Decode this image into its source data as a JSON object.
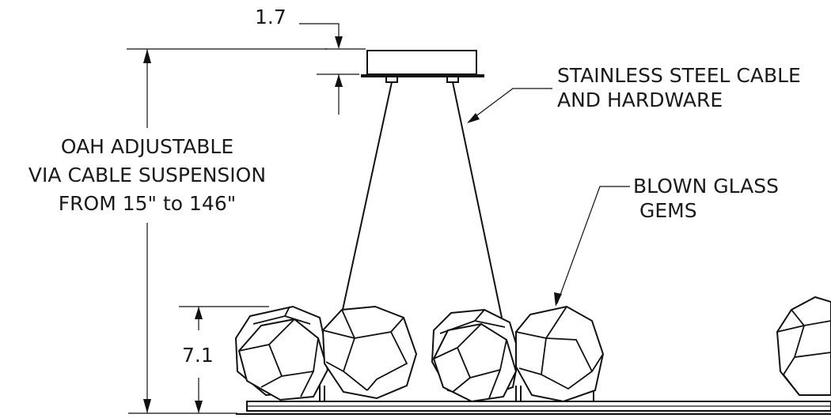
{
  "labels": {
    "canopy_height": "1.7",
    "cable_line1": "STAINLESS STEEL CABLE",
    "cable_line2": "AND HARDWARE",
    "oah_line1": "OAH ADJUSTABLE",
    "oah_line2": "VIA CABLE SUSPENSION",
    "oah_line3": "FROM 15\" to 146\"",
    "glass_line1": "BLOWN GLASS",
    "glass_line2": "GEMS",
    "gem_height": "7.1"
  },
  "colors": {
    "line": "#111111",
    "text": "#1a1a1a",
    "background": "#ffffff"
  }
}
